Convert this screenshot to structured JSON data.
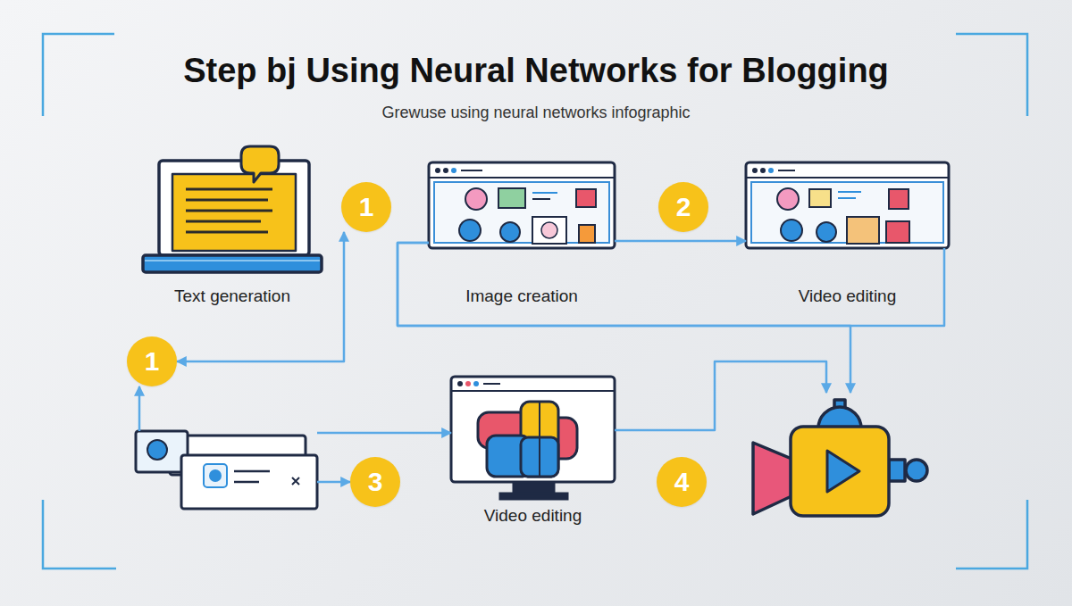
{
  "diagram": {
    "title": "Step bj Using Neural Networks for Blogging",
    "caption": "Grewuse using neural networks infographic",
    "nodes": [
      {
        "text": [
          "Text generation"
        ]
      },
      {
        "text": [
          "1"
        ]
      },
      {
        "text": [
          "Image creation"
        ]
      },
      {
        "text": [
          "2"
        ]
      },
      {
        "text": [
          "Video editing"
        ]
      },
      {
        "text": [
          "1"
        ]
      },
      {
        "text": []
      },
      {
        "text": [
          "3"
        ]
      },
      {
        "text": [
          "Video editing"
        ]
      },
      {
        "text": [
          "4"
        ]
      },
      {
        "text": []
      }
    ],
    "edges": [
      {
        "from": 5,
        "to": 1,
        "arrow": "both"
      },
      {
        "from": 6,
        "to": 5,
        "arrow": "to"
      },
      {
        "from": 6,
        "to": 8,
        "arrow": "to"
      },
      {
        "from": 6,
        "to": 7,
        "arrow": "to"
      },
      {
        "from": 2,
        "to": 4,
        "arrow": "to"
      },
      {
        "from": 2,
        "to": 4,
        "arrow": "none"
      },
      {
        "from": 2,
        "to": 10,
        "arrow": "to"
      },
      {
        "from": 8,
        "to": 10,
        "arrow": "to"
      }
    ]
  }
}
